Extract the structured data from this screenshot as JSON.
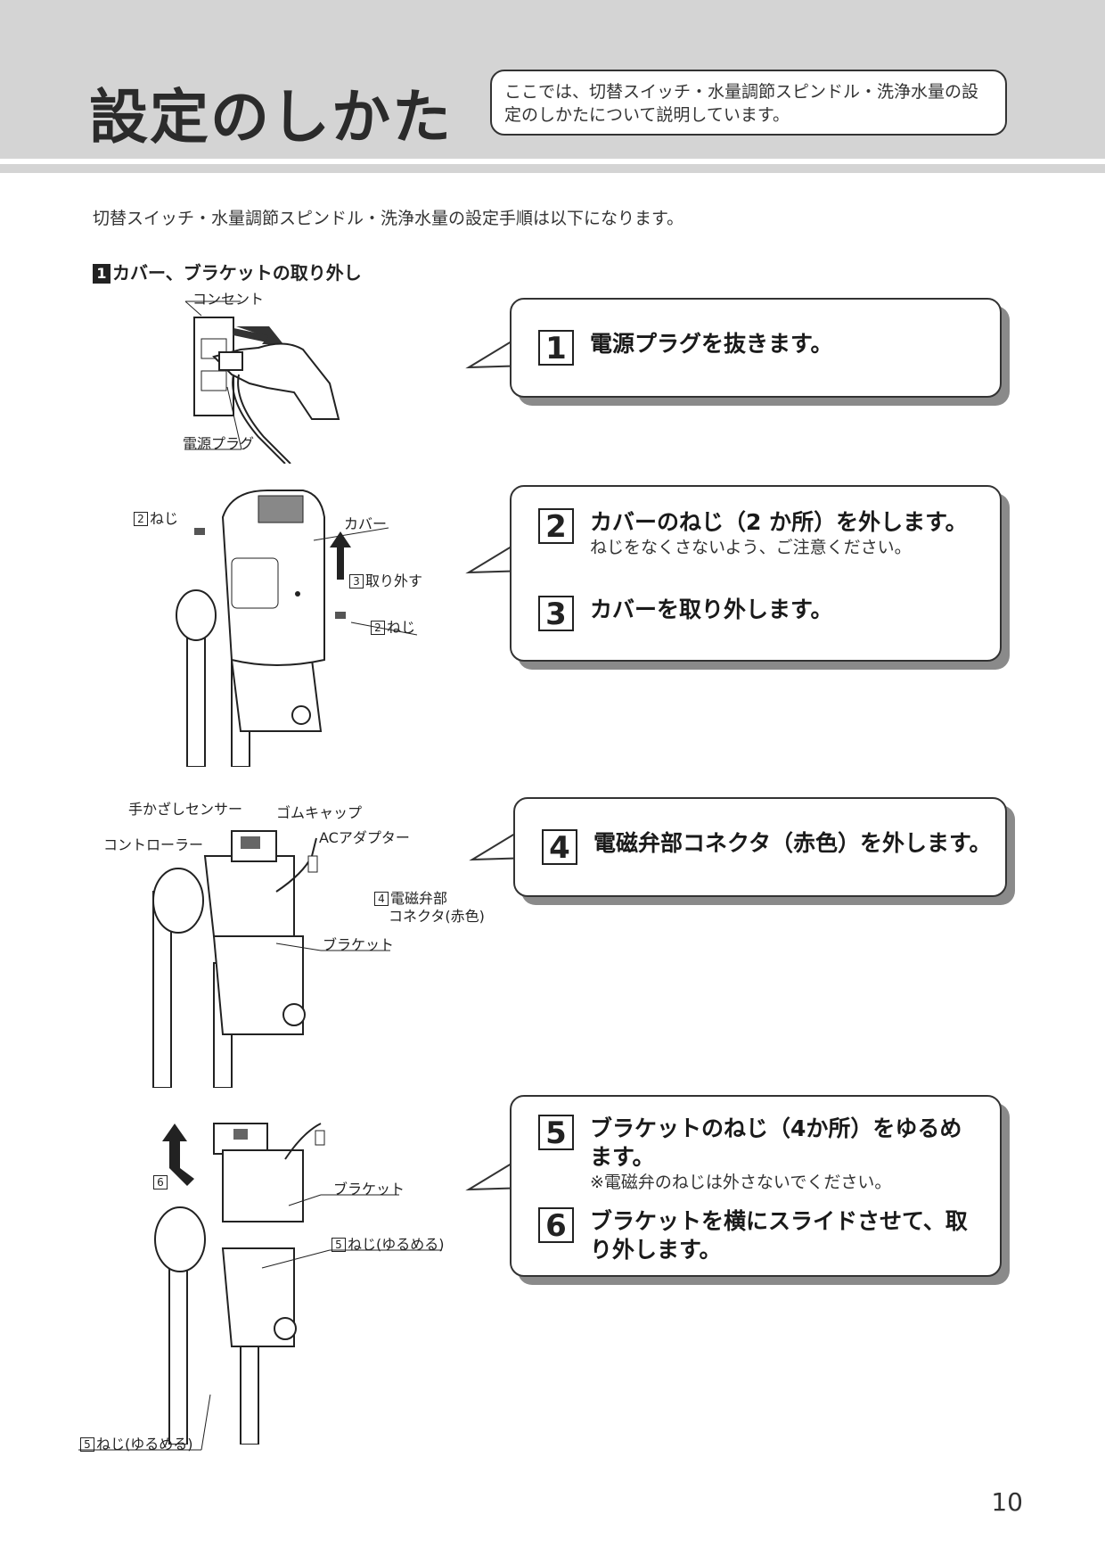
{
  "header": {
    "title": "設定のしかた",
    "intro": "ここでは、切替スイッチ・水量調節スピンドル・洗浄水量の設定のしかたについて説明しています。"
  },
  "lead": "切替スイッチ・水量調節スピンドル・洗浄水量の設定手順は以下になります。",
  "section": {
    "number": "1",
    "title": "カバー、ブラケットの取り外し"
  },
  "steps": [
    {
      "num": "1",
      "main": "電源プラグを抜きます。"
    },
    {
      "num": "2",
      "main": "カバーのねじ（2 か所）を外します。",
      "note": "ねじをなくさないよう、ご注意ください。"
    },
    {
      "num": "3",
      "main": "カバーを取り外します。"
    },
    {
      "num": "4",
      "main": "電磁弁部コネクタ（赤色）を外します。"
    },
    {
      "num": "5",
      "main": "ブラケットのねじ（4か所）をゆるめます。",
      "note": "※電磁弁のねじは外さないでください。"
    },
    {
      "num": "6",
      "main": "ブラケットを横にスライドさせて、取り外します。"
    }
  ],
  "figures": {
    "fig1": {
      "outlet": "コンセント",
      "plug": "電源プラグ"
    },
    "fig2": {
      "screw_tag": "2",
      "screw": "ねじ",
      "cover": "カバー",
      "remove_tag": "3",
      "remove": "取り外す"
    },
    "fig3": {
      "sensor": "手かざしセンサー",
      "rubber_cap": "ゴムキャップ",
      "controller": "コントローラー",
      "ac_adapter": "ACアダプター",
      "connector_tag": "4",
      "connector_1": "電磁弁部",
      "connector_2": "コネクタ(赤色)",
      "bracket": "ブラケット"
    },
    "fig4": {
      "arrow_tag": "6",
      "bracket": "ブラケット",
      "screw_tag": "5",
      "screw": "ねじ(ゆるめる)"
    }
  },
  "page_number": "10"
}
